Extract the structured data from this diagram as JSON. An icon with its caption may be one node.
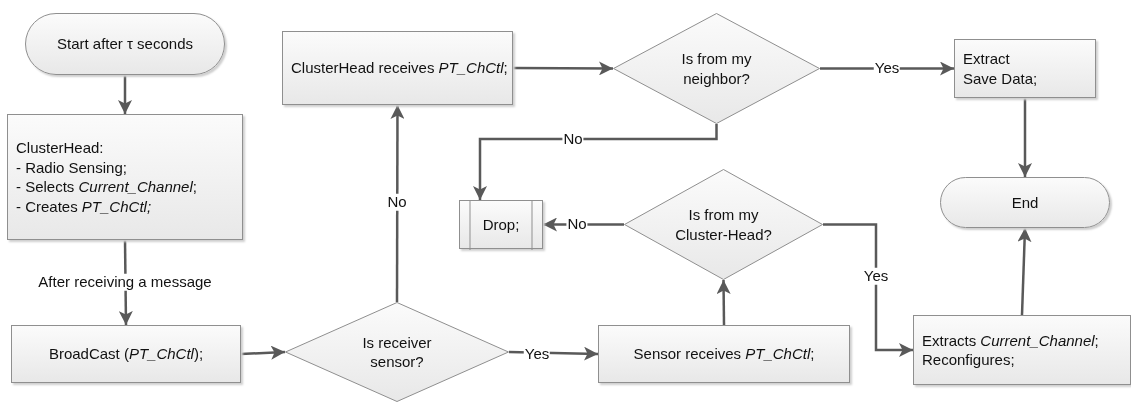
{
  "diagram": {
    "nodes": [
      {
        "text": [
          "Start after τ seconds"
        ]
      },
      {
        "text": [
          "ClusterHead:",
          "- Radio Sensing;",
          "- Selects *Current_Channel*;",
          "- Creates *PT_ChCtl;*"
        ]
      },
      {
        "text": [
          "BroadCast (*PT_ChCtl*);"
        ]
      },
      {
        "text": [
          "Is receiver sensor?"
        ]
      },
      {
        "text": [
          "ClusterHead receives *PT_ChCtl*;"
        ]
      },
      {
        "text": [
          "Is from my neighbor?"
        ]
      },
      {
        "text": [
          "Extract",
          "Save Data;"
        ]
      },
      {
        "text": [
          "End"
        ]
      },
      {
        "text": [
          "Drop;"
        ]
      },
      {
        "text": [
          "Is from my Cluster-Head?"
        ]
      },
      {
        "text": [
          "Sensor receives *PT_ChCtl*;"
        ]
      },
      {
        "text": [
          "Extracts *Current_Channel*;",
          "Reconfigures;"
        ]
      }
    ],
    "edges": [
      {
        "from": 0,
        "to": 1,
        "arrow": "to"
      },
      {
        "from": 1,
        "to": 2,
        "arrow": "to",
        "label": "After receiving a message"
      },
      {
        "from": 2,
        "to": 3,
        "arrow": "to"
      },
      {
        "from": 3,
        "to": 4,
        "arrow": "to",
        "label": "No"
      },
      {
        "from": 3,
        "to": 10,
        "arrow": "to",
        "label": "Yes"
      },
      {
        "from": 4,
        "to": 5,
        "arrow": "to"
      },
      {
        "from": 5,
        "to": 6,
        "arrow": "to",
        "label": "Yes"
      },
      {
        "from": 5,
        "to": 8,
        "arrow": "to",
        "label": "No"
      },
      {
        "from": 9,
        "to": 8,
        "arrow": "to",
        "label": "No"
      },
      {
        "from": 10,
        "to": 9,
        "arrow": "to"
      },
      {
        "from": 9,
        "to": 11,
        "arrow": "to",
        "label": "Yes"
      },
      {
        "from": 6,
        "to": 7,
        "arrow": "to"
      },
      {
        "from": 11,
        "to": 7,
        "arrow": "to"
      }
    ]
  }
}
